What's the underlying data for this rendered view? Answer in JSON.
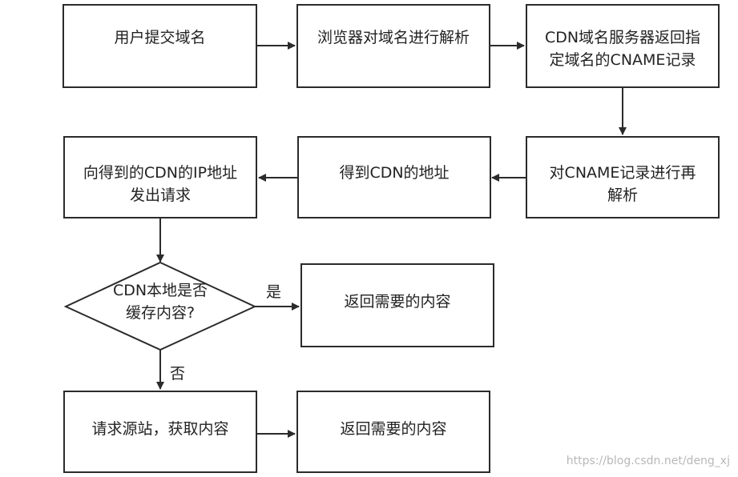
{
  "nodes": {
    "submit_domain": "用户提交域名",
    "browser_parse": "浏览器对域名进行解析",
    "cdn_return_cname": "CDN域名服务器返回指定域名的CNAME记录",
    "reparse_cname": "对CNAME记录进行再解析",
    "get_cdn_addr": "得到CDN的地址",
    "request_cdn_ip": "向得到的CDN的IP地址发出请求",
    "cache_check": "CDN本地是否缓存内容?",
    "return_content_yes": "返回需要的内容",
    "request_origin": "请求源站，获取内容",
    "return_content_final": "返回需要的内容"
  },
  "labels": {
    "yes": "是",
    "no": "否"
  },
  "watermark": "https://blog.csdn.net/deng_xj",
  "colors": {
    "stroke": "#2b2b2b",
    "text": "#222222"
  }
}
